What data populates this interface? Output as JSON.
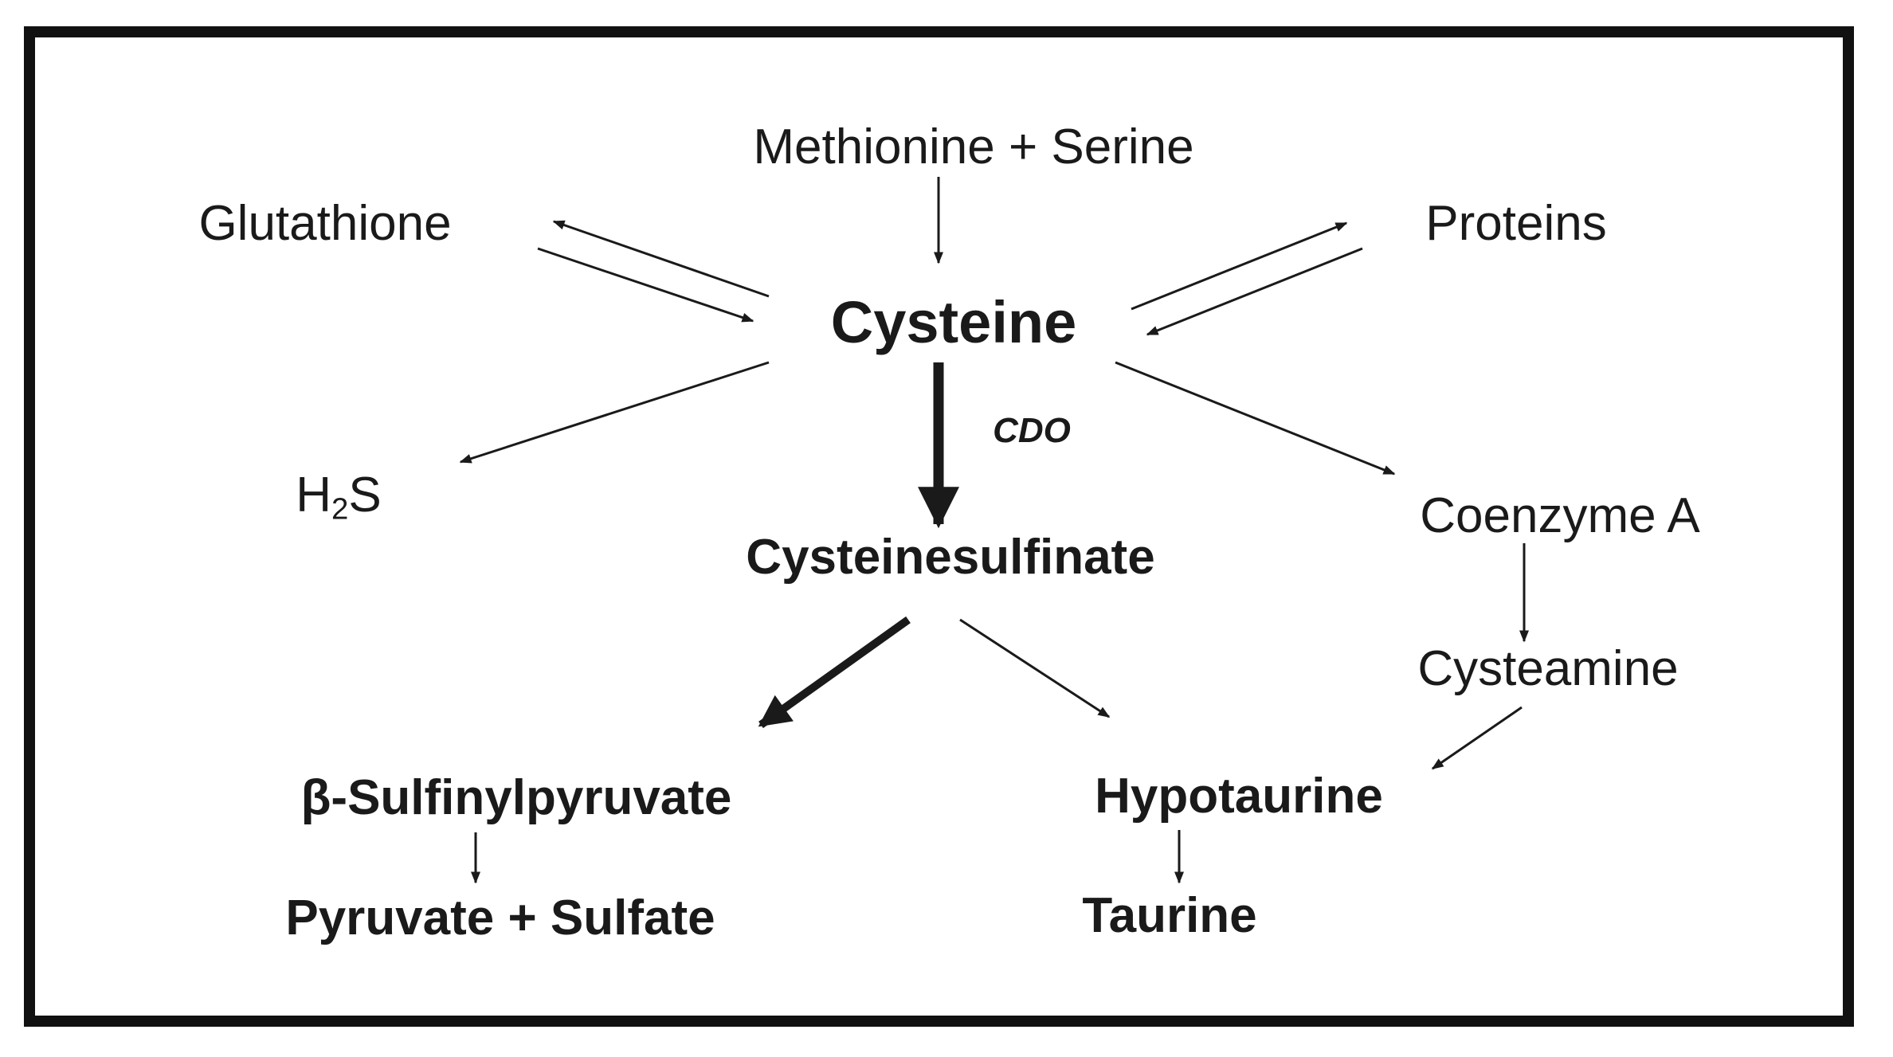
{
  "diagram": {
    "nodes": {
      "methionine_serine": "Methionine + Serine",
      "glutathione": "Glutathione",
      "proteins": "Proteins",
      "cysteine": "Cysteine",
      "h2s_main": "H",
      "h2s_sub": "2",
      "h2s_tail": "S",
      "cysteinesulfinate": "Cysteinesulfinate",
      "coenzyme_a": "Coenzyme A",
      "cysteamine": "Cysteamine",
      "sulfinylpyruvate": "β-Sulfinylpyruvate",
      "pyruvate_sulfate": "Pyruvate + Sulfate",
      "hypotaurine": "Hypotaurine",
      "taurine": "Taurine"
    },
    "enzyme_label": "CDO",
    "colors": {
      "ink": "#1a1a1a",
      "frame": "#111111",
      "background": "#ffffff"
    }
  }
}
